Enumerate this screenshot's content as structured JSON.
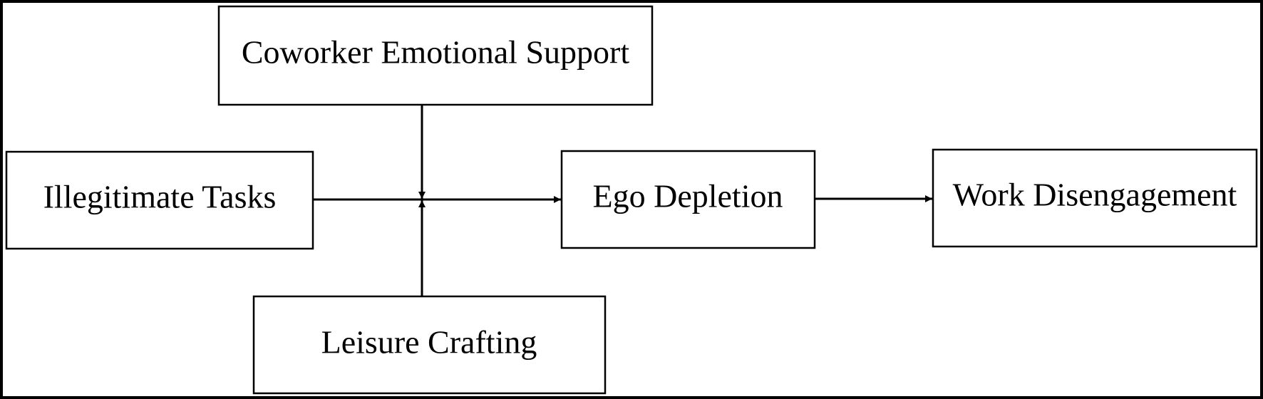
{
  "diagram": {
    "nodes": {
      "coworker_support": {
        "label": "Coworker Emotional Support"
      },
      "illegitimate_tasks": {
        "label": "Illegitimate Tasks"
      },
      "leisure_crafting": {
        "label": "Leisure Crafting"
      },
      "ego_depletion": {
        "label": "Ego Depletion"
      },
      "work_disengagement": {
        "label": "Work Disengagement"
      }
    },
    "edges": [
      {
        "from": "illegitimate_tasks",
        "to": "ego_depletion",
        "kind": "main-path"
      },
      {
        "from": "ego_depletion",
        "to": "work_disengagement",
        "kind": "main-path"
      },
      {
        "from": "coworker_support",
        "to": "illegitimate_tasks->ego_depletion",
        "kind": "moderation"
      },
      {
        "from": "leisure_crafting",
        "to": "illegitimate_tasks->ego_depletion",
        "kind": "moderation"
      }
    ],
    "colors": {
      "stroke": "#000000",
      "background": "#ffffff"
    }
  }
}
